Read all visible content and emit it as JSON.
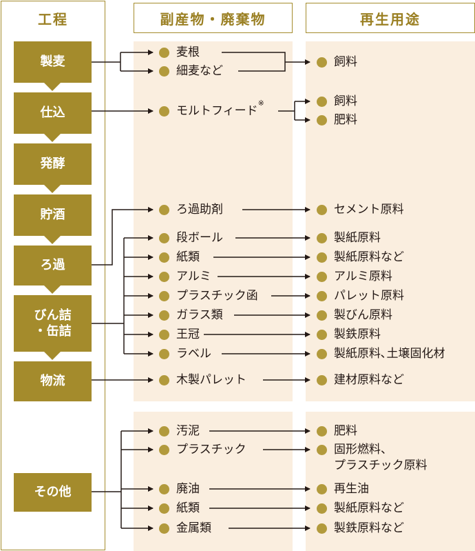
{
  "headers": {
    "process": "工程",
    "byproducts": "副産物・廃棄物",
    "reuse": "再生用途"
  },
  "processes": [
    "製麦",
    "仕込",
    "発酵",
    "貯酒",
    "ろ過",
    "びん詰\n・缶詰",
    "物流",
    "その他"
  ],
  "byproducts": [
    "麦根",
    "細麦など",
    "モルトフィード",
    "ろ過助剤",
    "段ボール",
    "紙類",
    "アルミ",
    "プラスチック函",
    "ガラス類",
    "王冠",
    "ラベル",
    "木製パレット",
    "汚泥",
    "プラスチック",
    "廃油",
    "紙類",
    "金属類"
  ],
  "note_mark": "※",
  "reuses": [
    "飼料",
    "飼料",
    "肥料",
    "セメント原料",
    "製紙原料",
    "製紙原料など",
    "アルミ原料",
    "パレット原料",
    "製びん原料",
    "製鉄原料",
    "製紙原料､土壌固化材",
    "建材原料など",
    "肥料",
    "固形燃料、\nプラスチック原料",
    "再生油",
    "製紙原料など",
    "製鉄原料など"
  ],
  "colors": {
    "gold": "#a48b2c",
    "dot": "#b29a3c",
    "panel": "#faeedf",
    "text": "#231815"
  }
}
